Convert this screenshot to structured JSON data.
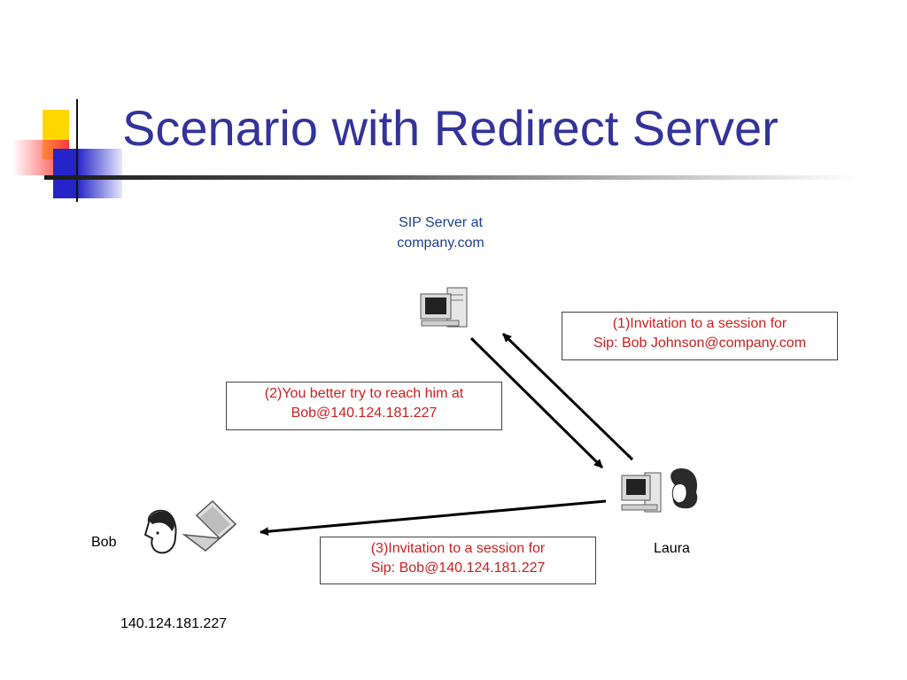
{
  "slide": {
    "title": "Scenario with Redirect Server"
  },
  "diagram": {
    "server": {
      "label_line1": "SIP Server at",
      "label_line2": "company.com",
      "icon": "desktop-computer-icon"
    },
    "laura": {
      "label": "Laura",
      "icons": [
        "desktop-computer-icon",
        "person-face-icon"
      ]
    },
    "bob": {
      "label": "Bob",
      "ip": "140.124.181.227",
      "icons": [
        "person-face-icon",
        "laptop-icon"
      ]
    },
    "messages": [
      {
        "line1": "(1)Invitation to a session for",
        "line2": "Sip: Bob Johnson@company.com"
      },
      {
        "line1": "(2)You better try to reach him at",
        "line2": "Bob@140.124.181.227"
      },
      {
        "line1": "(3)Invitation to a session for",
        "line2": "Sip: Bob@140.124.181.227"
      }
    ],
    "colors": {
      "title": "#333399",
      "server_label": "#1f3f8f",
      "message_text": "#cc1f1f"
    }
  }
}
